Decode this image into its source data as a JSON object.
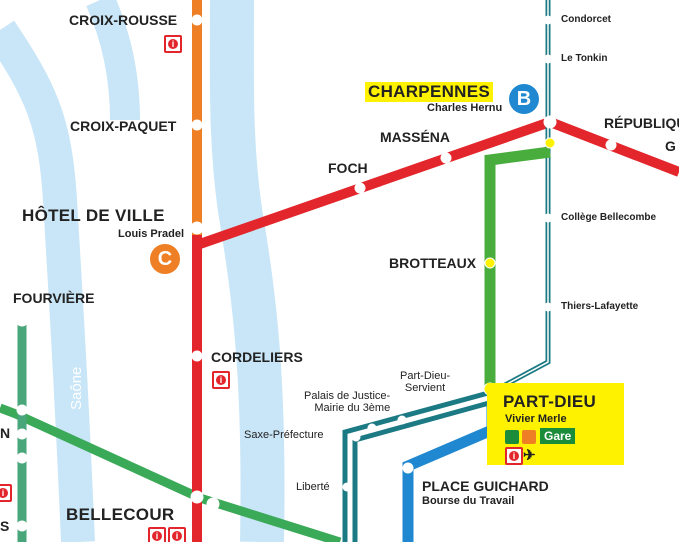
{
  "river": {
    "name": "Saône"
  },
  "colors": {
    "line_a": "#e3262b",
    "line_b": "#1b7a83",
    "line_c": "#ef7f24",
    "line_d": "#3aa958",
    "tram": "#49ad3e",
    "tram_blue": "#1f88d0",
    "river": "#c8e6f7",
    "hub": "#fff200"
  },
  "lines": {
    "b_badge": "B",
    "c_badge": "C"
  },
  "stations": {
    "croix_rousse": "CROIX-ROUSSE",
    "croix_paquet": "CROIX-PAQUET",
    "hotel_de_ville": "HÔTEL DE VILLE",
    "hotel_de_ville_sub": "Louis Pradel",
    "fourviere": "FOURVIÈRE",
    "cordeliers": "CORDELIERS",
    "bellecour": "BELLECOUR",
    "foch": "FOCH",
    "massena": "MASSÉNA",
    "charpennes": "CHARPENNES",
    "charpennes_sub": "Charles Hernu",
    "republique": "RÉPUBLIQU",
    "g_partial": "G",
    "condorcet": "Condorcet",
    "le_tonkin": "Le Tonkin",
    "college_bellecombe": "Collège Bellecombe",
    "brotteaux": "BROTTEAUX",
    "thiers_lafayette": "Thiers-Lafayette",
    "part_dieu": "PART-DIEU",
    "part_dieu_sub": "Vivier Merle",
    "gare": "Gare",
    "part_dieu_servient": "Part-Dieu-\nServient",
    "palais_de_justice": "Palais de Justice-\nMairie du 3ème",
    "saxe_prefecture": "Saxe-Préfecture",
    "liberte": "Liberté",
    "place_guichard": "PLACE GUICHARD",
    "place_guichard_sub": "Bourse du Travail",
    "n_partial": "N",
    "s_partial": "S"
  },
  "icons": [
    "info-icon",
    "train-icon",
    "tram-icon",
    "airplane-icon",
    "sncf-icon"
  ]
}
